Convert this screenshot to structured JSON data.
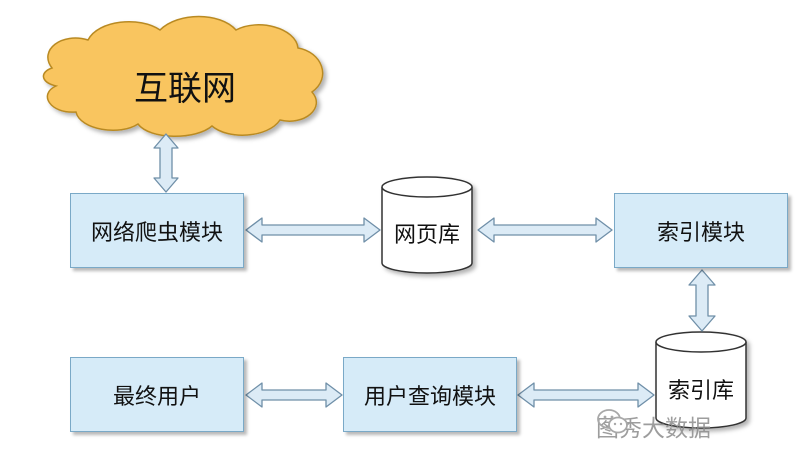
{
  "nodes": {
    "internet": "互联网",
    "crawler": "网络爬虫模块",
    "webpage_db": "网页库",
    "index_module": "索引模块",
    "index_db": "索引库",
    "query_module": "用户查询模块",
    "end_user": "最终用户"
  },
  "watermark": {
    "text": "图秀大数据",
    "icon": "wechat-icon"
  },
  "colors": {
    "cloud_fill": "#f9c55f",
    "box_fill": "#d6ebf8",
    "box_border": "#7aa9c7",
    "arrow_fill": "#dcebf6",
    "arrow_stroke": "#6f8fa8"
  }
}
